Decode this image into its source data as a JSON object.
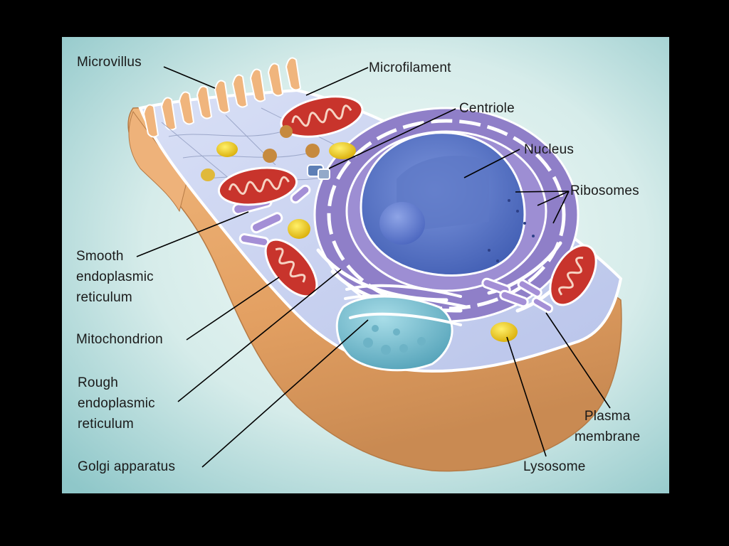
{
  "diagram": {
    "labels": {
      "microvillus": "Microvillus",
      "microfilament": "Microfilament",
      "centriole": "Centriole",
      "nucleus": "Nucleus",
      "ribosomes": "Ribosomes",
      "smooth_er": "Smooth\nendoplasmic\nreticulum",
      "mitochondrion": "Mitochondrion",
      "rough_er": "Rough\nendoplasmic\nreticulum",
      "golgi": "Golgi apparatus",
      "plasma_membrane": "Plasma\nmembrane",
      "lysosome": "Lysosome"
    },
    "colors": {
      "frame": "#000000",
      "background_light": "#e9f6f2",
      "background_teal": "#8fc7c9",
      "cell_body": "#e8a566",
      "cytoplasm": "#c9d3ef",
      "nucleus": "#5b78c8",
      "mitochondrion": "#c8342c",
      "lysosome": "#f2cf19",
      "golgi": "#7dc3d3",
      "er": "#8a78c4",
      "leader_line": "#000000"
    }
  }
}
